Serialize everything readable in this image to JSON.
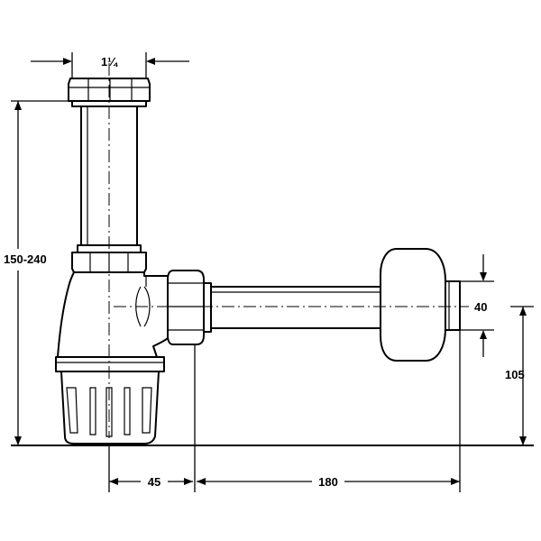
{
  "dimensions": {
    "inlet_diameter": "1¼",
    "height_range": "150-240",
    "outlet_diameter": "40",
    "outlet_height": "105",
    "center_offset": "45",
    "outlet_length": "180"
  }
}
